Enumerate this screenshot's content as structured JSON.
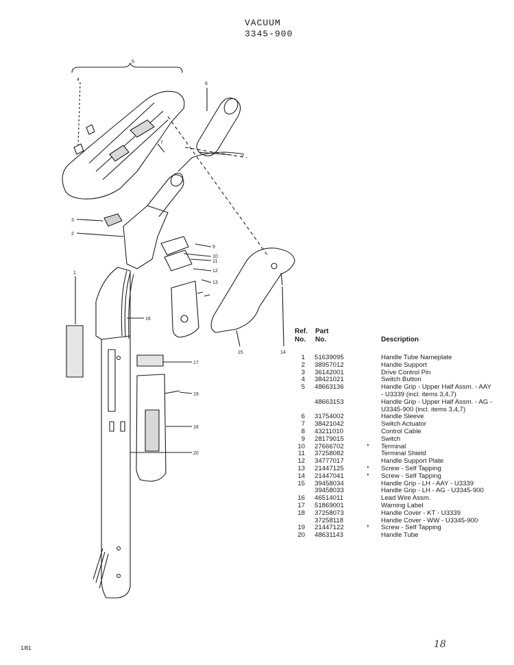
{
  "header": {
    "title": "VACUUM",
    "model": "3345-900"
  },
  "callouts": [
    "5",
    "4",
    "6",
    "7",
    "8",
    "3",
    "2",
    "9",
    "10",
    "11",
    "12",
    "13",
    "1",
    "16",
    "14",
    "15",
    "17",
    "19",
    "18",
    "20"
  ],
  "table": {
    "headers": {
      "ref_line1": "Ref.",
      "ref_line2": "No.",
      "part_line1": "Part",
      "part_line2": "No.",
      "description": "Description"
    },
    "rows": [
      {
        "ref": "1",
        "part": "51639095",
        "mark": "",
        "desc": "Handle Tube Nameplate"
      },
      {
        "ref": "2",
        "part": "38957012",
        "mark": "",
        "desc": "Handle Support"
      },
      {
        "ref": "3",
        "part": "36142001",
        "mark": "",
        "desc": "Drive Control Pin"
      },
      {
        "ref": "4",
        "part": "38421021",
        "mark": "",
        "desc": "Switch Button"
      },
      {
        "ref": "5",
        "part": "48663136",
        "mark": "",
        "desc": "Handle Grip - Upper Half Assm. - AAY"
      },
      {
        "ref": "",
        "part": "",
        "mark": "",
        "desc": "- U3339 (incl. items 3,4,7)"
      },
      {
        "ref": "",
        "part": "48663153",
        "mark": "",
        "desc": "Handle Grip - Upper Half Assm. - AG -"
      },
      {
        "ref": "",
        "part": "",
        "mark": "",
        "desc": "U3345-900 (incl. items 3,4,7)"
      },
      {
        "ref": "6",
        "part": "31754002",
        "mark": "",
        "desc": "Handle Sleeve"
      },
      {
        "ref": "7",
        "part": "38421042",
        "mark": "",
        "desc": "Switch Actuator"
      },
      {
        "ref": "8",
        "part": "43211010",
        "mark": "",
        "desc": "Control Cable"
      },
      {
        "ref": "9",
        "part": "28179015",
        "mark": "",
        "desc": "Switch"
      },
      {
        "ref": "10",
        "part": "27666702",
        "mark": "*",
        "desc": "Terminal"
      },
      {
        "ref": "11",
        "part": "37258082",
        "mark": "",
        "desc": "Terminal Shield"
      },
      {
        "ref": "12",
        "part": "34777017",
        "mark": "",
        "desc": "Handle Support Plate"
      },
      {
        "ref": "13",
        "part": "21447125",
        "mark": "*",
        "desc": "Screw - Self Tapping"
      },
      {
        "ref": "14",
        "part": "21447041",
        "mark": "*",
        "desc": "Screw - Self Tapping"
      },
      {
        "ref": "15",
        "part": "39458034",
        "mark": "",
        "desc": "Handle Grip - LH - AAY - U3339"
      },
      {
        "ref": "",
        "part": "39458033",
        "mark": "",
        "desc": "Handle Grip - LH - AG - U3345-900"
      },
      {
        "ref": "16",
        "part": "46514011",
        "mark": "",
        "desc": "Lead Wire Assm."
      },
      {
        "ref": "17",
        "part": "51869001",
        "mark": "",
        "desc": "Warning Label"
      },
      {
        "ref": "18",
        "part": "37258073",
        "mark": "",
        "desc": "Handle Cover - KT - U3339"
      },
      {
        "ref": "",
        "part": "37258118",
        "mark": "",
        "desc": "Handle Cover - WW - U3345-900"
      },
      {
        "ref": "19",
        "part": "21447122",
        "mark": "*",
        "desc": "Screw - Self Tapping"
      },
      {
        "ref": "20",
        "part": "48631143",
        "mark": "",
        "desc": "Handle Tube"
      }
    ]
  },
  "footer": {
    "date": "1/81",
    "handwritten": "18"
  }
}
